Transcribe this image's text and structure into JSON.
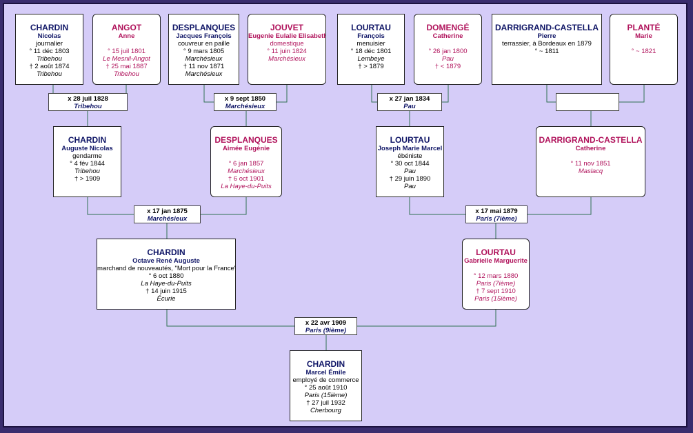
{
  "people": {
    "p_chardin_nicolas": {
      "surname": "CHARDIN",
      "given": "Nicolas",
      "occupation": "journalier",
      "birth": "° 11 déc 1803",
      "birth_place": "Tribehou",
      "death": "† 2 août 1874",
      "death_place": "Tribehou"
    },
    "p_angot_anne": {
      "surname": "ANGOT",
      "given": "Anne",
      "occupation": "",
      "birth": "° 15 juil 1801",
      "birth_place": "Le Mesnil-Angot",
      "death": "† 25 mai 1887",
      "death_place": "Tribehou"
    },
    "p_desplanques_jf": {
      "surname": "DESPLANQUES",
      "given": "Jacques François",
      "occupation": "couvreur en paille",
      "birth": "° 9 mars 1805",
      "birth_place": "Marchésieux",
      "death": "† 11 nov 1871",
      "death_place": "Marchésieux"
    },
    "p_jouvet_eugenie": {
      "surname": "JOUVET",
      "given": "Eugenie Eulalie Elisabeth",
      "occupation": "domestique",
      "birth": "° 11 juin 1824",
      "birth_place": "Marchésieux",
      "death": "",
      "death_place": ""
    },
    "p_lourtau_francois": {
      "surname": "LOURTAU",
      "given": "François",
      "occupation": "menuisier",
      "birth": "° 18 déc 1801",
      "birth_place": "Lembeye",
      "death": "† > 1879",
      "death_place": ""
    },
    "p_domenge_catherine": {
      "surname": "DOMENGÉ",
      "given": "Catherine",
      "occupation": "",
      "birth": "° 26 jan 1800",
      "birth_place": "Pau",
      "death": "† < 1879",
      "death_place": ""
    },
    "p_darrigrand_pierre": {
      "surname": "DARRIGRAND-CASTELLA",
      "given": "Pierre",
      "occupation": "terrassier, à Bordeaux en 1879",
      "birth": "° ~ 1811",
      "birth_place": "",
      "death": "",
      "death_place": ""
    },
    "p_plante_marie": {
      "surname": "PLANTÉ",
      "given": "Marie",
      "occupation": "",
      "birth": "° ~ 1821",
      "birth_place": "",
      "death": "",
      "death_place": ""
    },
    "p_chardin_auguste": {
      "surname": "CHARDIN",
      "given": "Auguste Nicolas",
      "occupation": "gendarme",
      "birth": "° 4 fév 1844",
      "birth_place": "Tribehou",
      "death": "† > 1909",
      "death_place": ""
    },
    "p_desplanques_aimee": {
      "surname": "DESPLANQUES",
      "given": "Aimée Eugénie",
      "occupation": "",
      "birth": "° 6 jan 1857",
      "birth_place": "Marchésieux",
      "death": "† 6 oct 1901",
      "death_place": "La Haye-du-Puits"
    },
    "p_lourtau_joseph": {
      "surname": "LOURTAU",
      "given": "Joseph Marie Marcel",
      "occupation": "ébéniste",
      "birth": "° 30 oct 1844",
      "birth_place": "Pau",
      "death": "† 29 juin 1890",
      "death_place": "Pau"
    },
    "p_darrigrand_catherine": {
      "surname": "DARRIGRAND-CASTELLA",
      "given": "Catherine",
      "occupation": "",
      "birth": "° 11 nov 1851",
      "birth_place": "Maslacq",
      "death": "",
      "death_place": ""
    },
    "p_chardin_octave": {
      "surname": "CHARDIN",
      "given": "Octave René Auguste",
      "occupation": "marchand de nouveautés, \"Mort pour la France\"",
      "birth": "° 6 oct 1880",
      "birth_place": "La Haye-du-Puits",
      "death": "† 14 juin 1915",
      "death_place": "Écurie"
    },
    "p_lourtau_gabrielle": {
      "surname": "LOURTAU",
      "given": "Gabrielle Marguerite",
      "occupation": "",
      "birth": "° 12 mars 1880",
      "birth_place": "Paris (7ième)",
      "death": "† 7 sept 1910",
      "death_place": "Paris (15ième)"
    },
    "p_chardin_marcel": {
      "surname": "CHARDIN",
      "given": "Marcel Émile",
      "occupation": "employé de commerce",
      "birth": "° 25 août 1910",
      "birth_place": "Paris (15ième)",
      "death": "† 27 juil 1932",
      "death_place": "Cherbourg"
    }
  },
  "marriages": {
    "m1": {
      "date": "x 28 juil 1828",
      "place": "Tribehou"
    },
    "m2": {
      "date": "x 9 sept 1850",
      "place": "Marchésieux"
    },
    "m3": {
      "date": "x 27 jan 1834",
      "place": "Pau"
    },
    "m4": {
      "date": "",
      "place": ""
    },
    "m5": {
      "date": "x 17 jan 1875",
      "place": "Marchésieux"
    },
    "m6": {
      "date": "x 17 mai 1879",
      "place": "Paris (7ième)"
    },
    "m7": {
      "date": "x 22 avr 1909",
      "place": "Paris (9ième)"
    }
  },
  "colors": {
    "frame": "#3a2d6e",
    "background": "#d5ccf8",
    "male_text": "#0f1566",
    "female_text": "#b0125b",
    "connector": "#2f6f52"
  }
}
